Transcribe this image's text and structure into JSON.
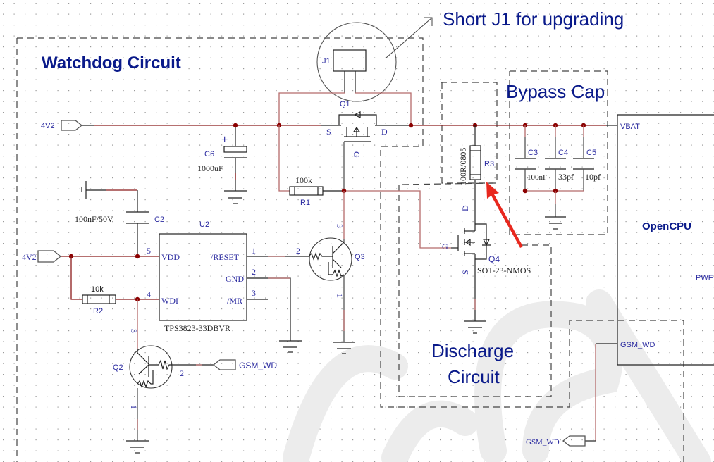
{
  "annotations": {
    "watchdog_title": "Watchdog Circuit",
    "short_note": "Short J1 for upgrading",
    "bypass_title": "Bypass Cap",
    "discharge_title_line1": "Discharge",
    "discharge_title_line2": "Circuit"
  },
  "ports": {
    "vin_top": "4V2",
    "vin_left": "4V2",
    "gsm_wd_in": "GSM_WD",
    "gsm_wd_out": "GSM_WD"
  },
  "components": {
    "j1": {
      "ref": "J1"
    },
    "q1": {
      "ref": "Q1",
      "pin_s": "S",
      "pin_d": "D",
      "pin_g": "G"
    },
    "c6": {
      "ref": "C6",
      "value": "1000uF",
      "polarity": "+"
    },
    "r1": {
      "ref": "R1",
      "value": "100k"
    },
    "c2": {
      "ref": "C2",
      "value": "100nF/50V"
    },
    "u2": {
      "ref": "U2",
      "part": "TPS3823-33DBVR",
      "pins": [
        {
          "num": "5",
          "name": "VDD"
        },
        {
          "num": "4",
          "name": "WDI"
        },
        {
          "num": "1",
          "name": "/RESET"
        },
        {
          "num": "2",
          "name": "GND"
        },
        {
          "num": "3",
          "name": "/MR"
        }
      ]
    },
    "r2": {
      "ref": "R2",
      "value": "10k"
    },
    "q2": {
      "ref": "Q2",
      "pin_c": "3",
      "pin_b": "2",
      "pin_e": "1"
    },
    "q3": {
      "ref": "Q3",
      "pin_c": "3",
      "pin_b": "2",
      "pin_e": "1"
    },
    "r3": {
      "ref": "R3",
      "value": "100R/0805"
    },
    "q4": {
      "ref": "Q4",
      "part": "SOT-23-NMOS",
      "pin_d": "D",
      "pin_g": "G",
      "pin_s": "S"
    },
    "c3": {
      "ref": "C3",
      "value": "100nF"
    },
    "c4": {
      "ref": "C4",
      "value": "33pf"
    },
    "c5": {
      "ref": "C5",
      "value": "10pf"
    }
  },
  "module": {
    "name": "OpenCPU",
    "pin_vbat": "VBAT",
    "pin_pwr": "PWF",
    "pin_gsm_wd": "GSM_WD"
  },
  "colors": {
    "wire": "#8b1a1a",
    "label": "#2a2aa0",
    "title": "#0a1a8a",
    "arrow": "#e8281e"
  }
}
